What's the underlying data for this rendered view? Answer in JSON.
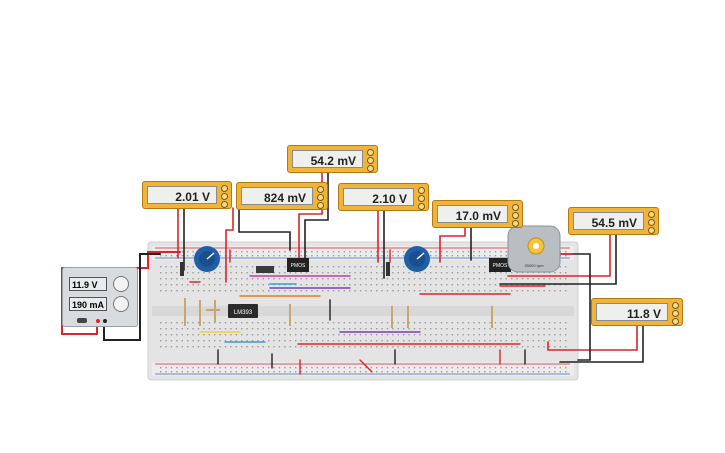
{
  "meters": [
    {
      "id": "m1",
      "reading": "2.01 V"
    },
    {
      "id": "m2",
      "reading": "824 mV"
    },
    {
      "id": "m3",
      "reading": "54.2 mV"
    },
    {
      "id": "m4",
      "reading": "2.10 V"
    },
    {
      "id": "m5",
      "reading": "17.0 mV"
    },
    {
      "id": "m6",
      "reading": "54.5 mV"
    },
    {
      "id": "m7",
      "reading": "11.8 V"
    }
  ],
  "power_supply": {
    "voltage": "11.9 V",
    "current": "190 mA"
  },
  "chips": {
    "comparator": "LM393",
    "mosfet_left": "PMOS",
    "mosfet_right": "PMOS",
    "motor": "25000 rpm"
  },
  "colors": {
    "meter_body": "#f1b43a",
    "breadboard": "#e6e6e6",
    "wire_red": "#d9262b",
    "wire_black": "#222222",
    "pot": "#1f5fa8"
  }
}
